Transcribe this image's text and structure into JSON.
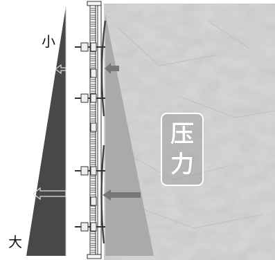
{
  "labels": {
    "top": "小",
    "bottom": "大"
  },
  "badge": {
    "char1": "压",
    "char2": "力"
  },
  "colors": {
    "triangle": "#4a4a4a",
    "pressure_overlay": "#a6a6a6",
    "arrow": "#7a7a7a",
    "marble_base": "#d9d9d9",
    "formwork_line": "#333333"
  },
  "icons": {
    "pressure_arrow": "left-arrow-icon",
    "clamp": "formwork-clamp-icon",
    "tie_rod": "tie-rod-icon"
  }
}
